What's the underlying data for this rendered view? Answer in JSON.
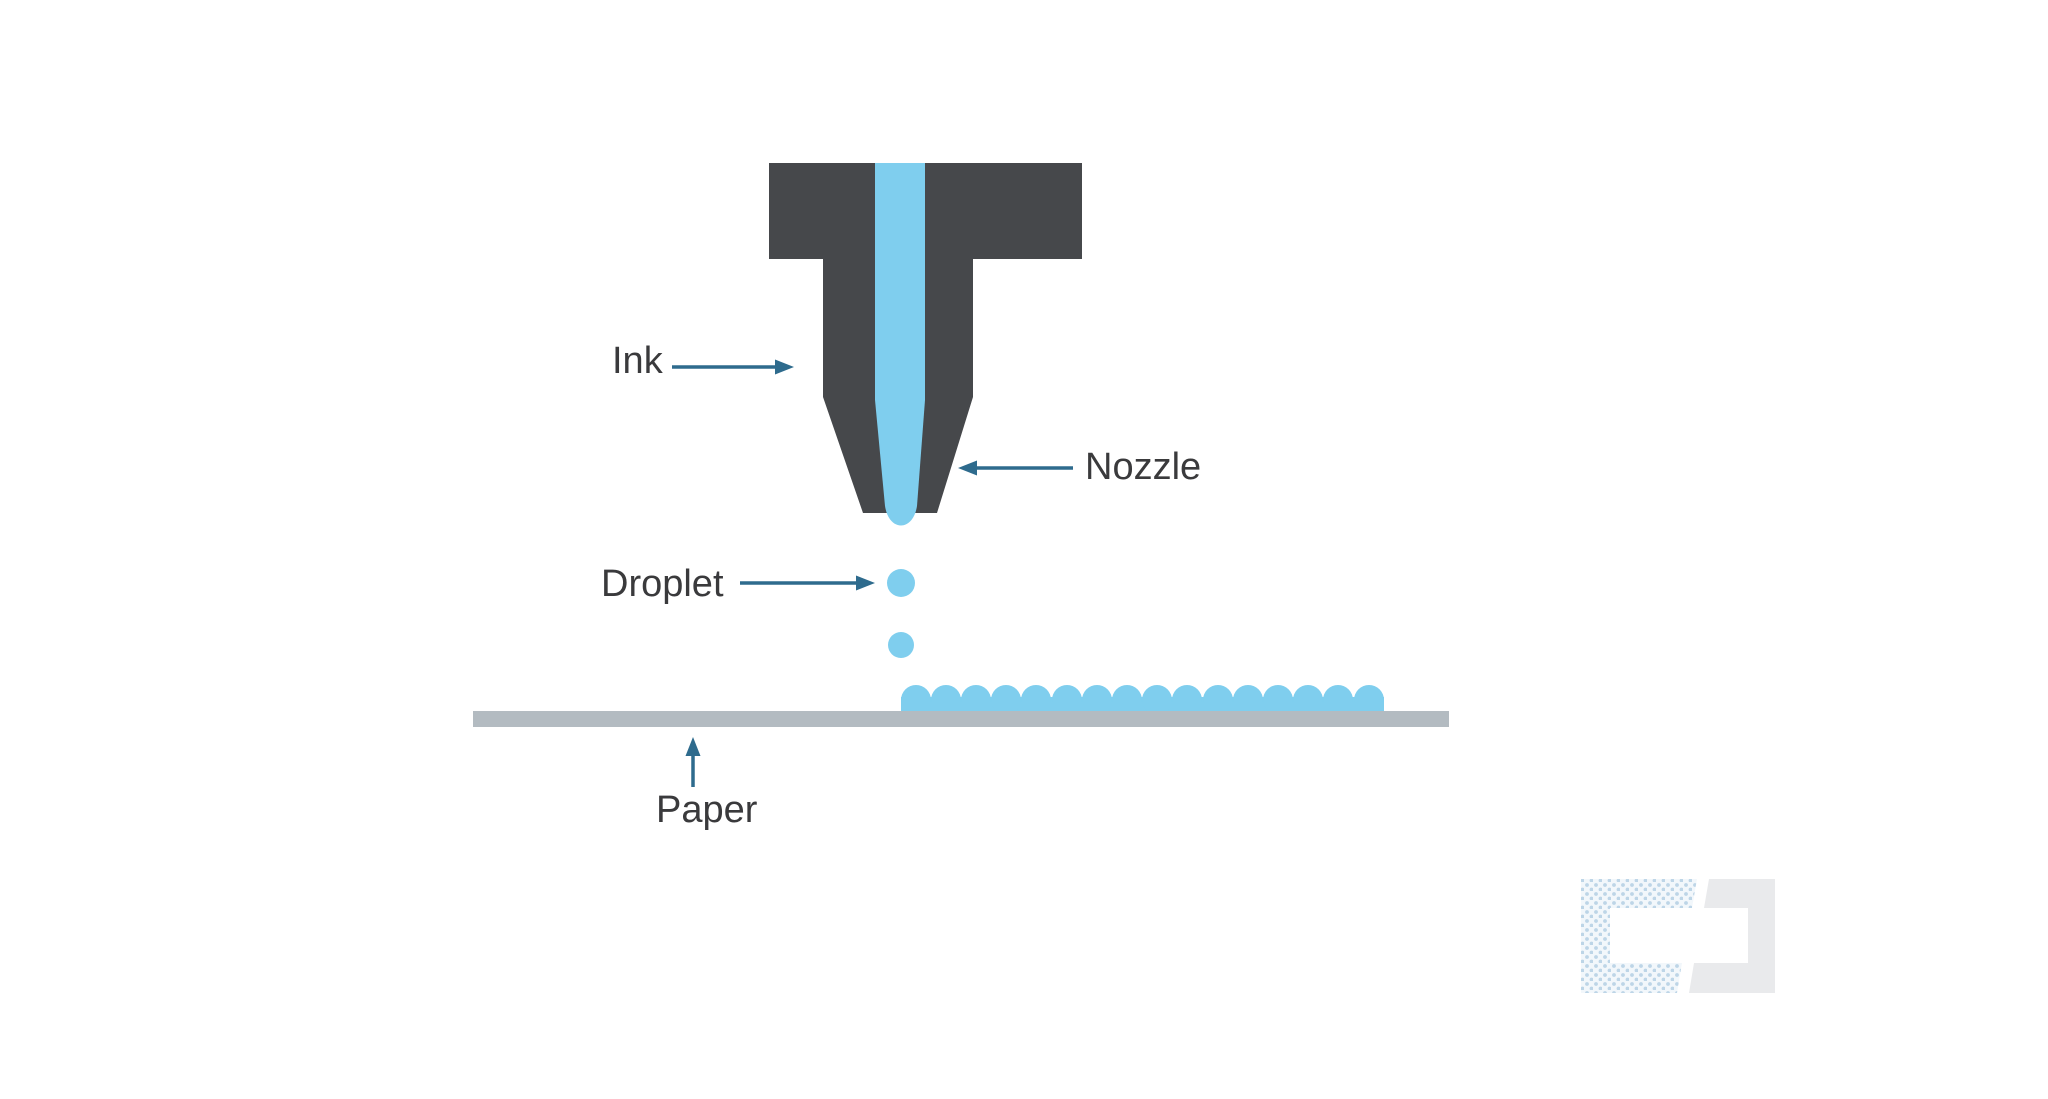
{
  "diagram": {
    "subject": "inkjet-printhead",
    "labels": {
      "ink": "Ink",
      "nozzle": "Nozzle",
      "droplet": "Droplet",
      "paper": "Paper"
    },
    "colors": {
      "background": "#ffffff",
      "nozzle_body": "#46484b",
      "ink": "#7fceee",
      "paper": "#b3bbc1",
      "arrow": "#2e6b8d",
      "label_text": "#3a3a3c",
      "logo_dot_blue": "#bdd5e7",
      "logo_dot_bg": "#f2f7fb",
      "logo_gray": "#e9eaec"
    }
  }
}
